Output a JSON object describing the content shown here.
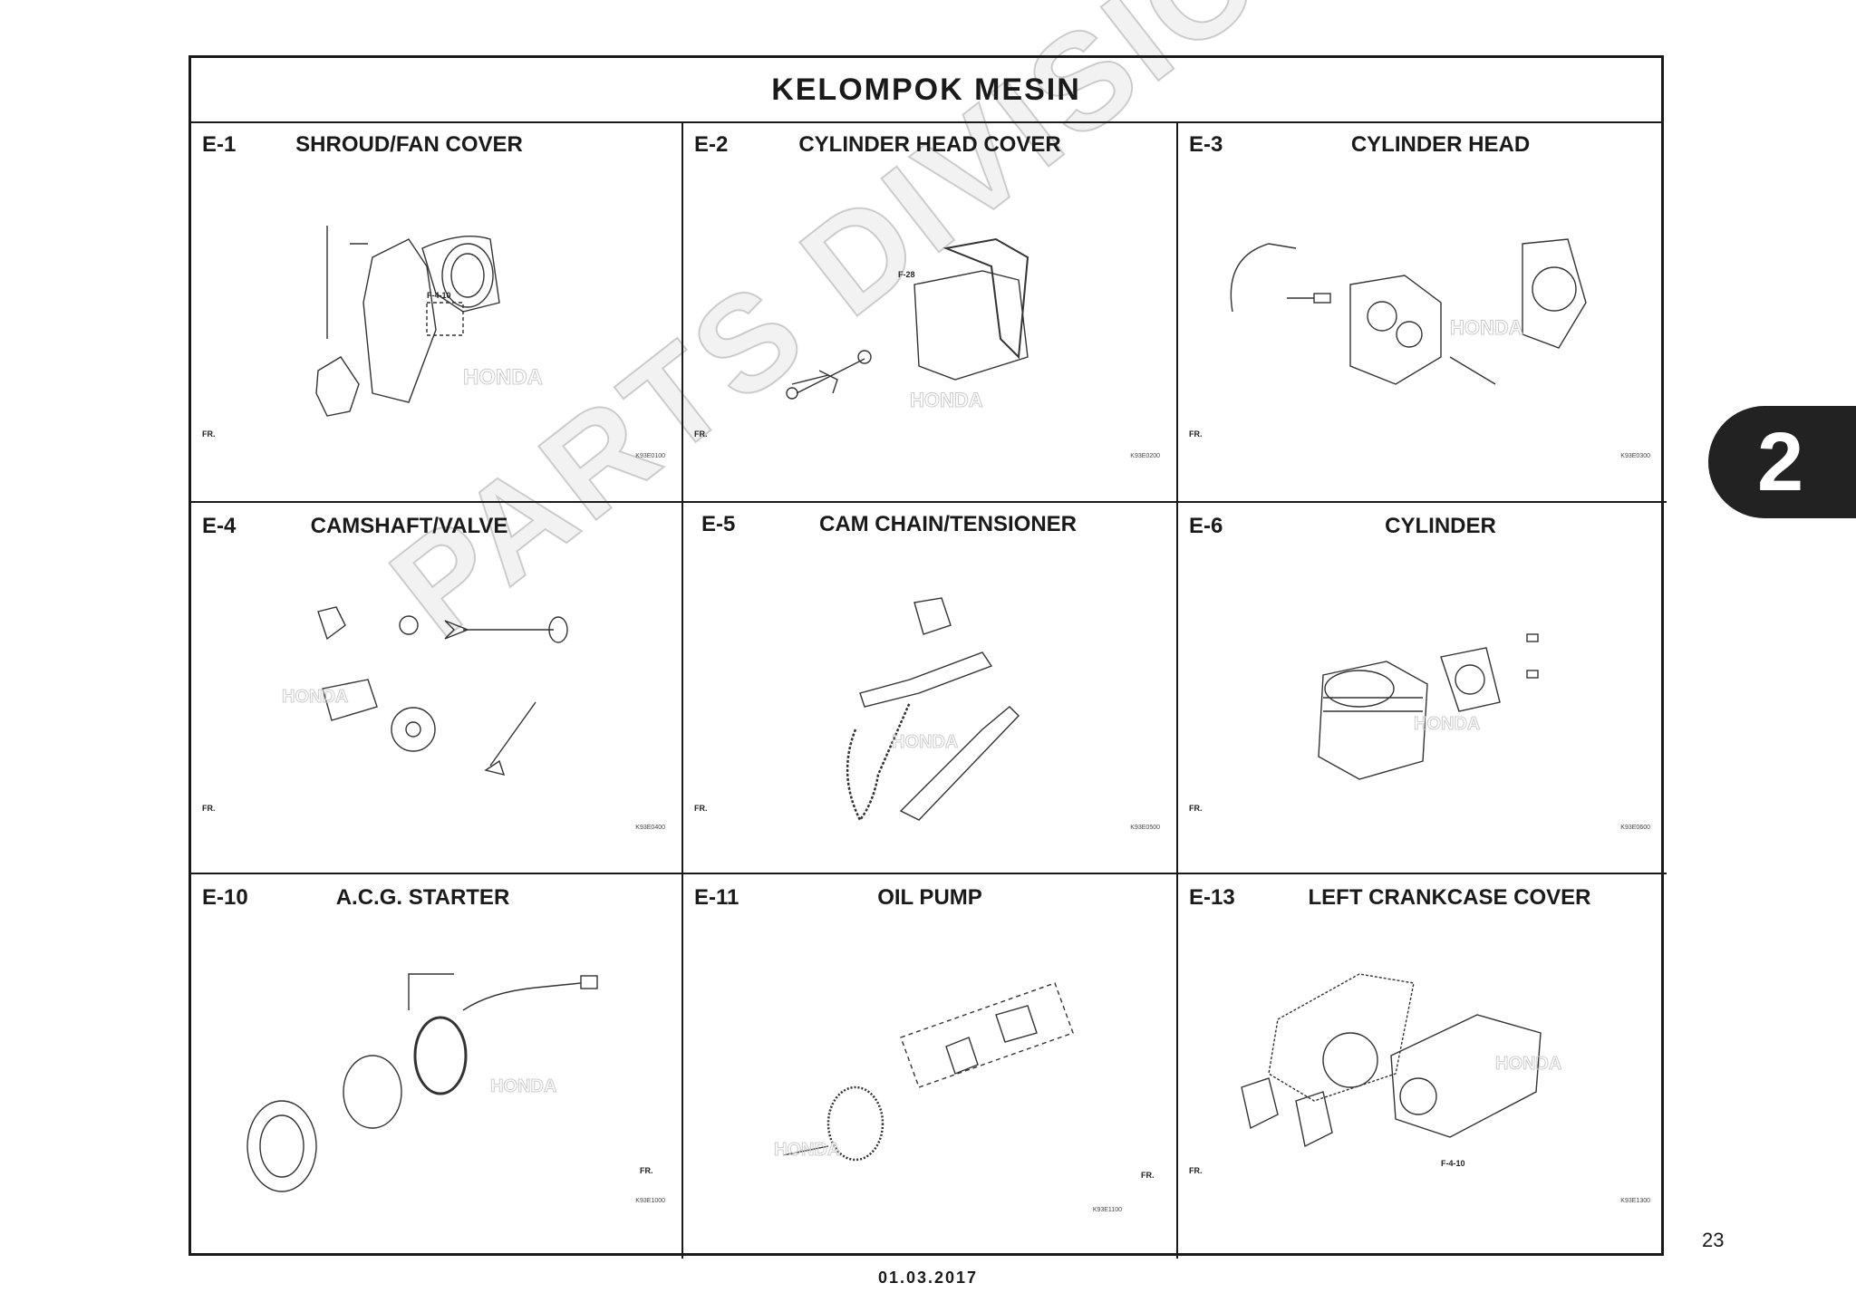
{
  "page": {
    "title": "KELOMPOK MESIN",
    "section_tab": "2",
    "page_number": "23",
    "date": "01.03.2017",
    "watermark": "PARTS DIVISION",
    "brand_logo_text": "HONDA",
    "direction_marker": "FR."
  },
  "cells": [
    {
      "code": "E-1",
      "name": "SHROUD/FAN COVER",
      "ref": "K93E0100"
    },
    {
      "code": "E-2",
      "name": "CYLINDER HEAD COVER",
      "ref": "K93E0200"
    },
    {
      "code": "E-3",
      "name": "CYLINDER HEAD",
      "ref": "K93E0300"
    },
    {
      "code": "E-4",
      "name": "CAMSHAFT/VALVE",
      "ref": "K93E0400"
    },
    {
      "code": "E-5",
      "name": "CAM CHAIN/TENSIONER",
      "ref": "K93E0500"
    },
    {
      "code": "E-6",
      "name": "CYLINDER",
      "ref": "K93E0600"
    },
    {
      "code": "E-10",
      "name": "A.C.G. STARTER",
      "ref": "K93E1000"
    },
    {
      "code": "E-11",
      "name": "OIL PUMP",
      "ref": "K93E1100"
    },
    {
      "code": "E-13",
      "name": "LEFT CRANKCASE COVER",
      "ref": "K93E1300"
    }
  ],
  "callouts": {
    "e1_ref": "F-4-10",
    "e2_ref": "F-28",
    "e13_ref": "F-4-10"
  }
}
